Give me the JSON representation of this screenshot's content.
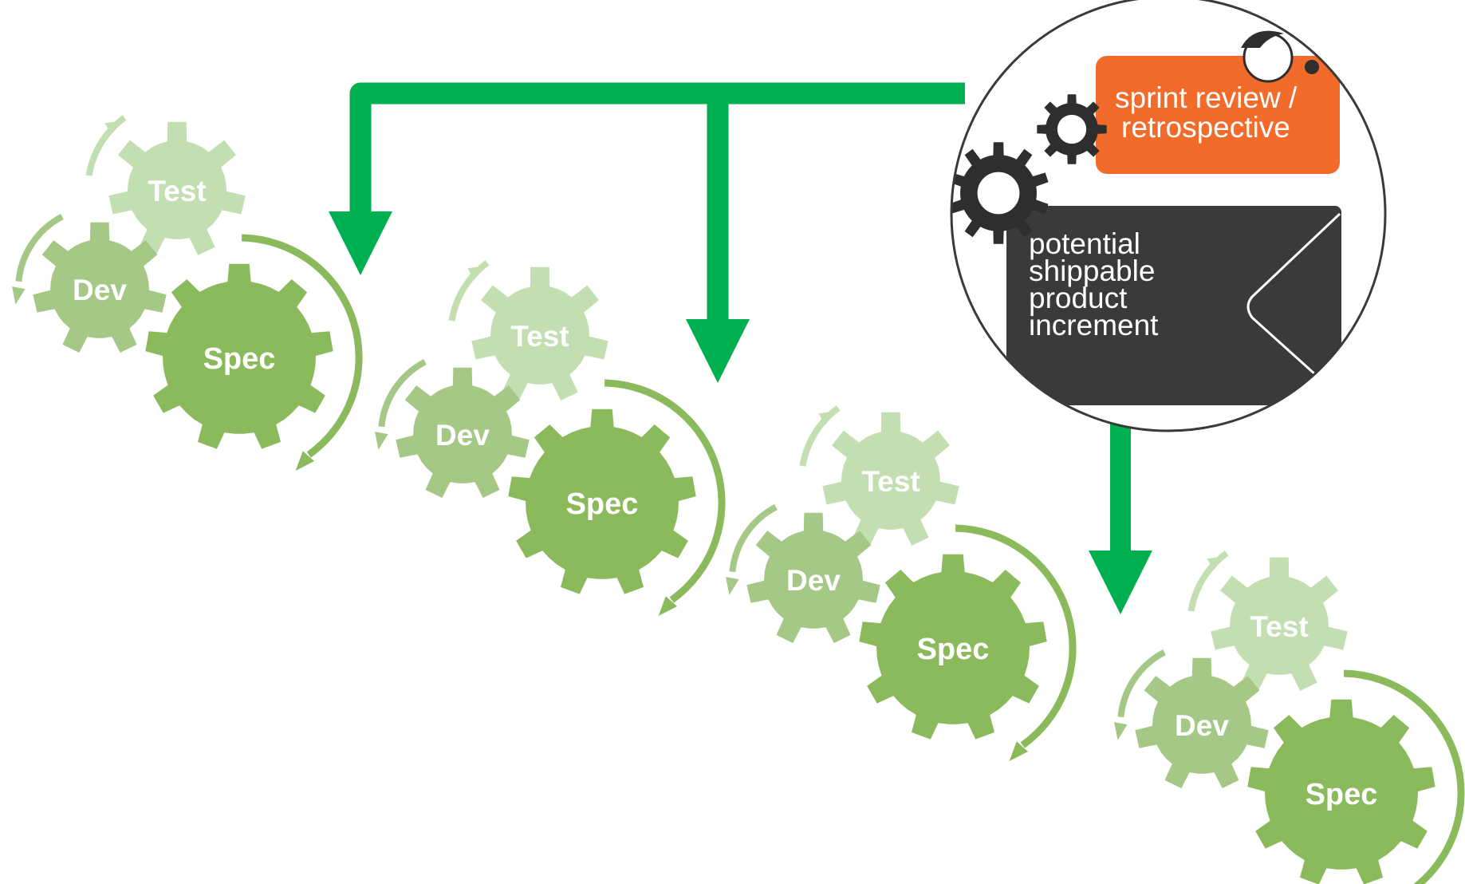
{
  "colors": {
    "spec": "#8bba5c",
    "dev": "#a5c886",
    "test": "#c3deb0",
    "arrow_green": "#00b050",
    "orange": "#f26b2a",
    "dark_panel": "#3a3a3a",
    "gear_grey": "#2e2e2e"
  },
  "cycles": [
    {
      "spec": "Spec",
      "dev": "Dev",
      "test": "Test"
    },
    {
      "spec": "Spec",
      "dev": "Dev",
      "test": "Test"
    },
    {
      "spec": "Spec",
      "dev": "Dev",
      "test": "Test"
    },
    {
      "spec": "Spec",
      "dev": "Dev",
      "test": "Test"
    }
  ],
  "review": {
    "orange_line1": "sprint review /",
    "orange_line2": "retrospective",
    "dark_line1": "potential",
    "dark_line2": "shippable",
    "dark_line3": "product",
    "dark_line4": "increment"
  },
  "icons": [
    "gear-icon",
    "arrow-down-icon",
    "circular-arrow-icon",
    "person-icon"
  ]
}
